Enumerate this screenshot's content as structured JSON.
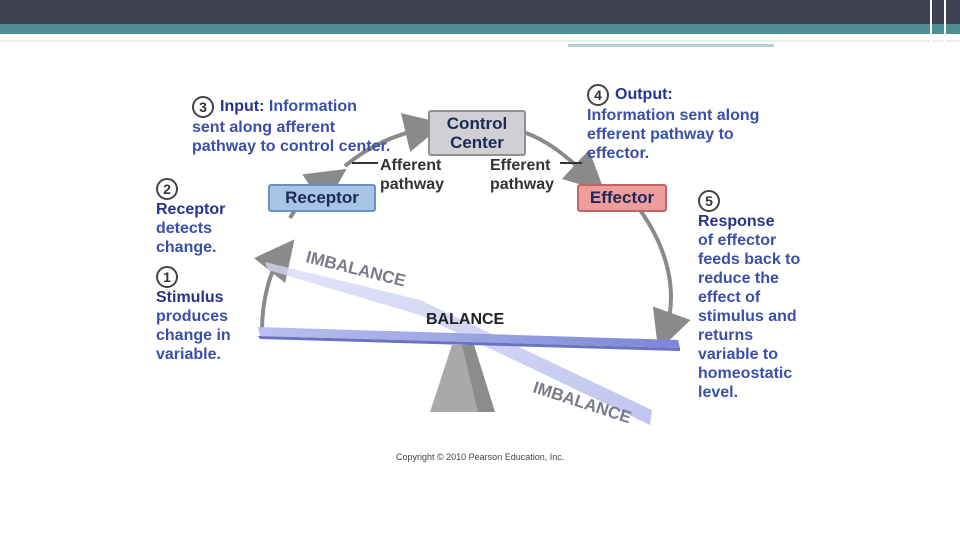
{
  "labels": {
    "step3_num": "3",
    "step3_title": "Input:",
    "step3_text": "Information sent along afferent pathway to control center.",
    "step4_num": "4",
    "step4_title": "Output:",
    "step4_text": "Information sent along efferent pathway to effector.",
    "step2_num": "2",
    "step2_title": "Receptor",
    "step2_text": "detects change.",
    "step1_num": "1",
    "step1_title": "Stimulus",
    "step1_text": "produces change in variable.",
    "step5_num": "5",
    "step5_title": "Response",
    "step5_text": "of effector feeds back to reduce the effect of stimulus and returns variable to homeostatic level.",
    "control_center": "Control Center",
    "receptor": "Receptor",
    "effector": "Effector",
    "afferent_pathway": "Afferent pathway",
    "efferent_pathway": "Efferent pathway",
    "imbalance_top": "IMBALANCE",
    "imbalance_bottom": "IMBALANCE",
    "balance": "BALANCE",
    "copyright": "Copyright © 2010 Pearson Education, Inc."
  },
  "colors": {
    "header_dark": "#3f4152",
    "header_teal": "#4f8f93",
    "text_blue": "#3a4fa8",
    "receptor_fill": "#a6c4e6",
    "effector_fill": "#ee9c9c",
    "control_fill": "#cfcfd4",
    "beam_blue": "#8f97e0"
  }
}
